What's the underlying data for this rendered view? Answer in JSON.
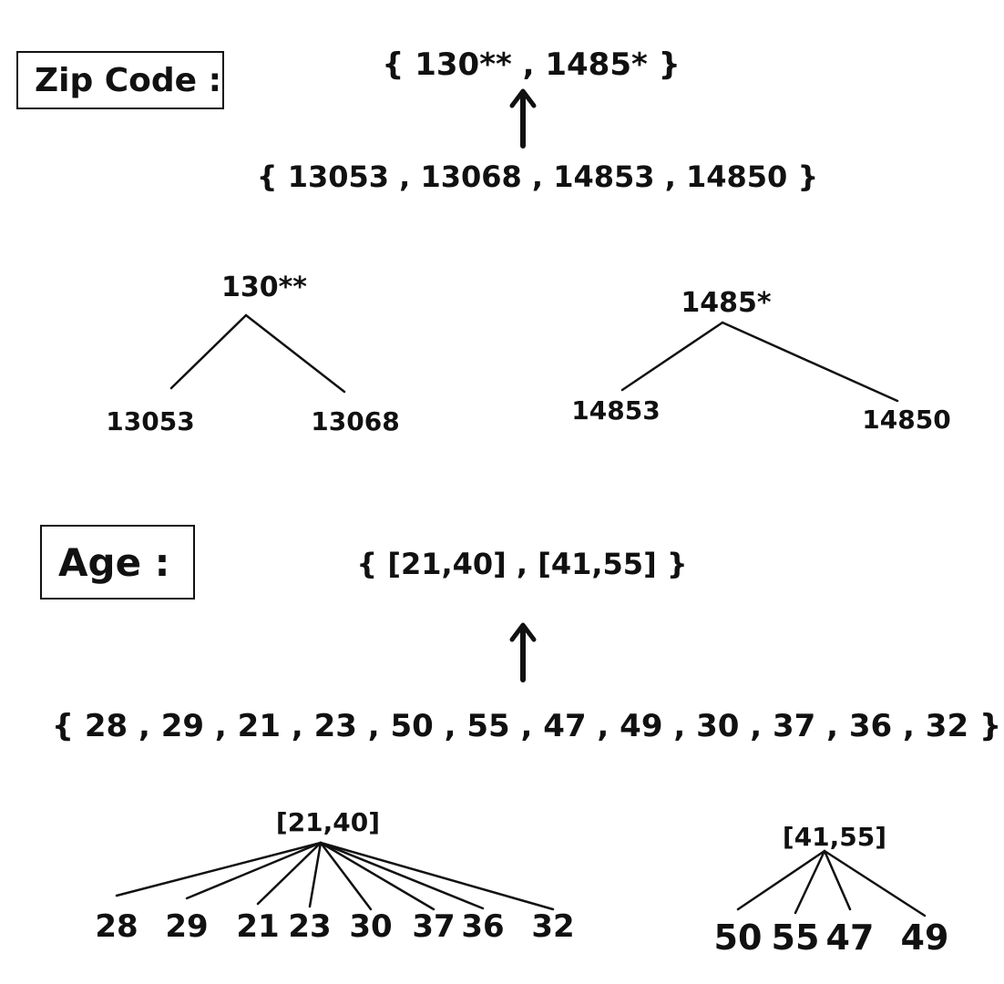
{
  "zip": {
    "label": "Zip Code :",
    "generalized_set": "{ 130** , 1485* }",
    "original_set": "{ 13053 , 13068 , 14853 , 14850 }",
    "tree_left": {
      "root": "130**",
      "leaves": [
        "13053",
        "13068"
      ]
    },
    "tree_right": {
      "root": "1485*",
      "leaves": [
        "14853",
        "14850"
      ]
    }
  },
  "age": {
    "label": "Age :",
    "generalized_set": "{ [21,40] , [41,55] }",
    "original_set": "{ 28 , 29 , 21 , 23 , 50 , 55 , 47 , 49 , 30 , 37 , 36 , 32 }",
    "tree_left": {
      "root": "[21,40]",
      "leaves": [
        "28",
        "29",
        "21",
        "23",
        "30",
        "37",
        "36",
        "32"
      ]
    },
    "tree_right": {
      "root": "[41,55]",
      "leaves": [
        "50",
        "55",
        "47",
        "49"
      ]
    }
  }
}
